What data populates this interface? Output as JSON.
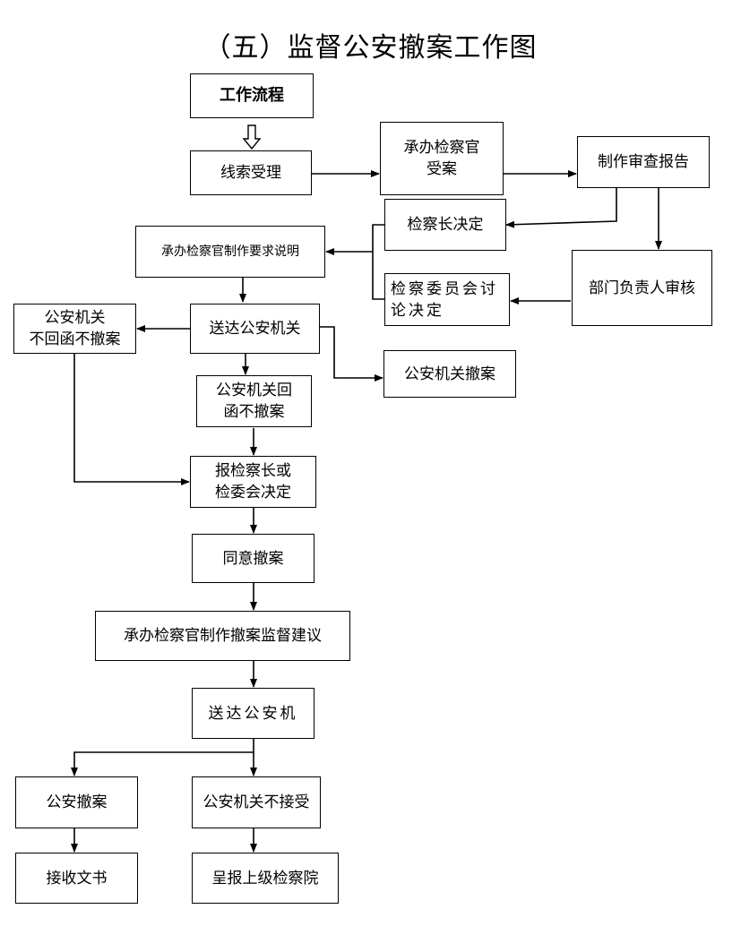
{
  "title": "（五）监督公安撤案工作图",
  "nodes": {
    "workflow": "工作流程",
    "clue_accept": "线索受理",
    "prosecutor_accept": "承办检察官\n受案",
    "review_report": "制作审查报告",
    "chief_decide": "检察长决定",
    "dept_head_review": "部门负责人审核",
    "committee_discuss": "检察委员会讨\n论决定",
    "request_explain": "承办检察官制作要求说明",
    "police_no_reply": "公安机关\n不回函不撤案",
    "deliver_police": "送达公安机关",
    "police_withdraw": "公安机关撤案",
    "police_reply_no": "公安机关回\n函不撤案",
    "report_decision": "报检察长或\n检委会决定",
    "agree_withdraw": "同意撤案",
    "make_suggestion": "承办检察官制作撤案监督建议",
    "deliver_police2": "送达公安机",
    "police_withdraw2": "公安撤案",
    "police_not_accept": "公安机关不接受",
    "receive_docs": "接收文书",
    "report_upper": "呈报上级检察院"
  }
}
